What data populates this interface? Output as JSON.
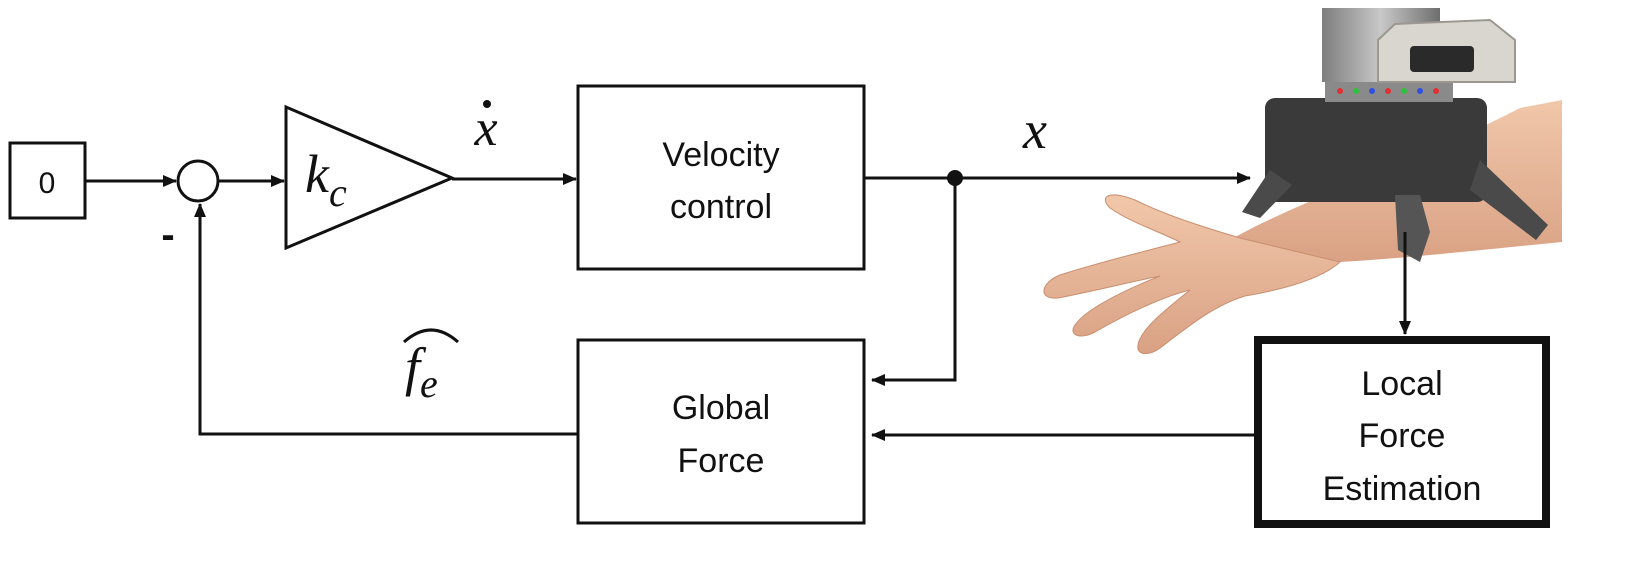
{
  "diagram": {
    "input_value": "0",
    "minus_sign": "-",
    "gain_base": "k",
    "gain_subscript": "c",
    "velocity_symbol": "x",
    "position_symbol": "x",
    "force_estimate_base": "f",
    "force_estimate_subscript": "e",
    "blocks": {
      "velocity_control": [
        "Velocity",
        "control"
      ],
      "global_force": [
        "Global",
        "Force"
      ],
      "local_force_estimation": [
        "Local",
        "Force",
        "Estimation"
      ]
    }
  },
  "colors": {
    "line": "#111111",
    "background": "#ffffff",
    "skin": "#e8b596",
    "robot_body": "#3a3a3a",
    "robot_metal": "#9a9a9a",
    "robot_shell": "#d9d6d0"
  }
}
